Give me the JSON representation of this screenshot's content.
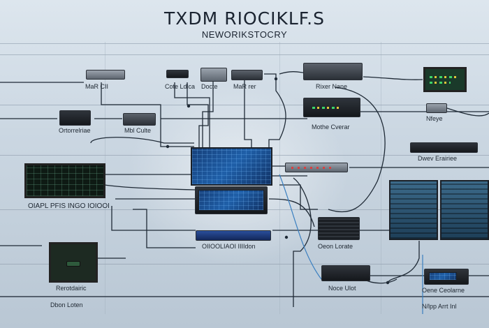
{
  "title": "TXDM RIOCIKLF.S",
  "subtitle": "NEWORIKSTOCRY",
  "labels": {
    "l1": "MaR CII",
    "l2": "Cote Ldlca",
    "l3": "Docte",
    "l4": "MaR rer",
    "l5": "Rixer Nane",
    "l6": "Mothe Cverar",
    "l7": "Nfeye",
    "l8": "Ortorrelriae",
    "l9": "Mbl Culte",
    "l10": "Dwev Erairiee",
    "l11": "OIAPL PFIS INGO IOIOOI",
    "l12": "OIIOOLIAOI IIIIdon",
    "l13": "Oeon Lorate",
    "l14": "Rerotdairic",
    "l15": "Noce Ulot",
    "l16": "Dbon Loten",
    "l17": "Oene Ceolarne",
    "l18": "N/lpp Arrt Inl"
  },
  "colors": {
    "wire": "#1f2a36",
    "accent_blue": "#1f5fa8",
    "led_green": "#3cd46a"
  }
}
